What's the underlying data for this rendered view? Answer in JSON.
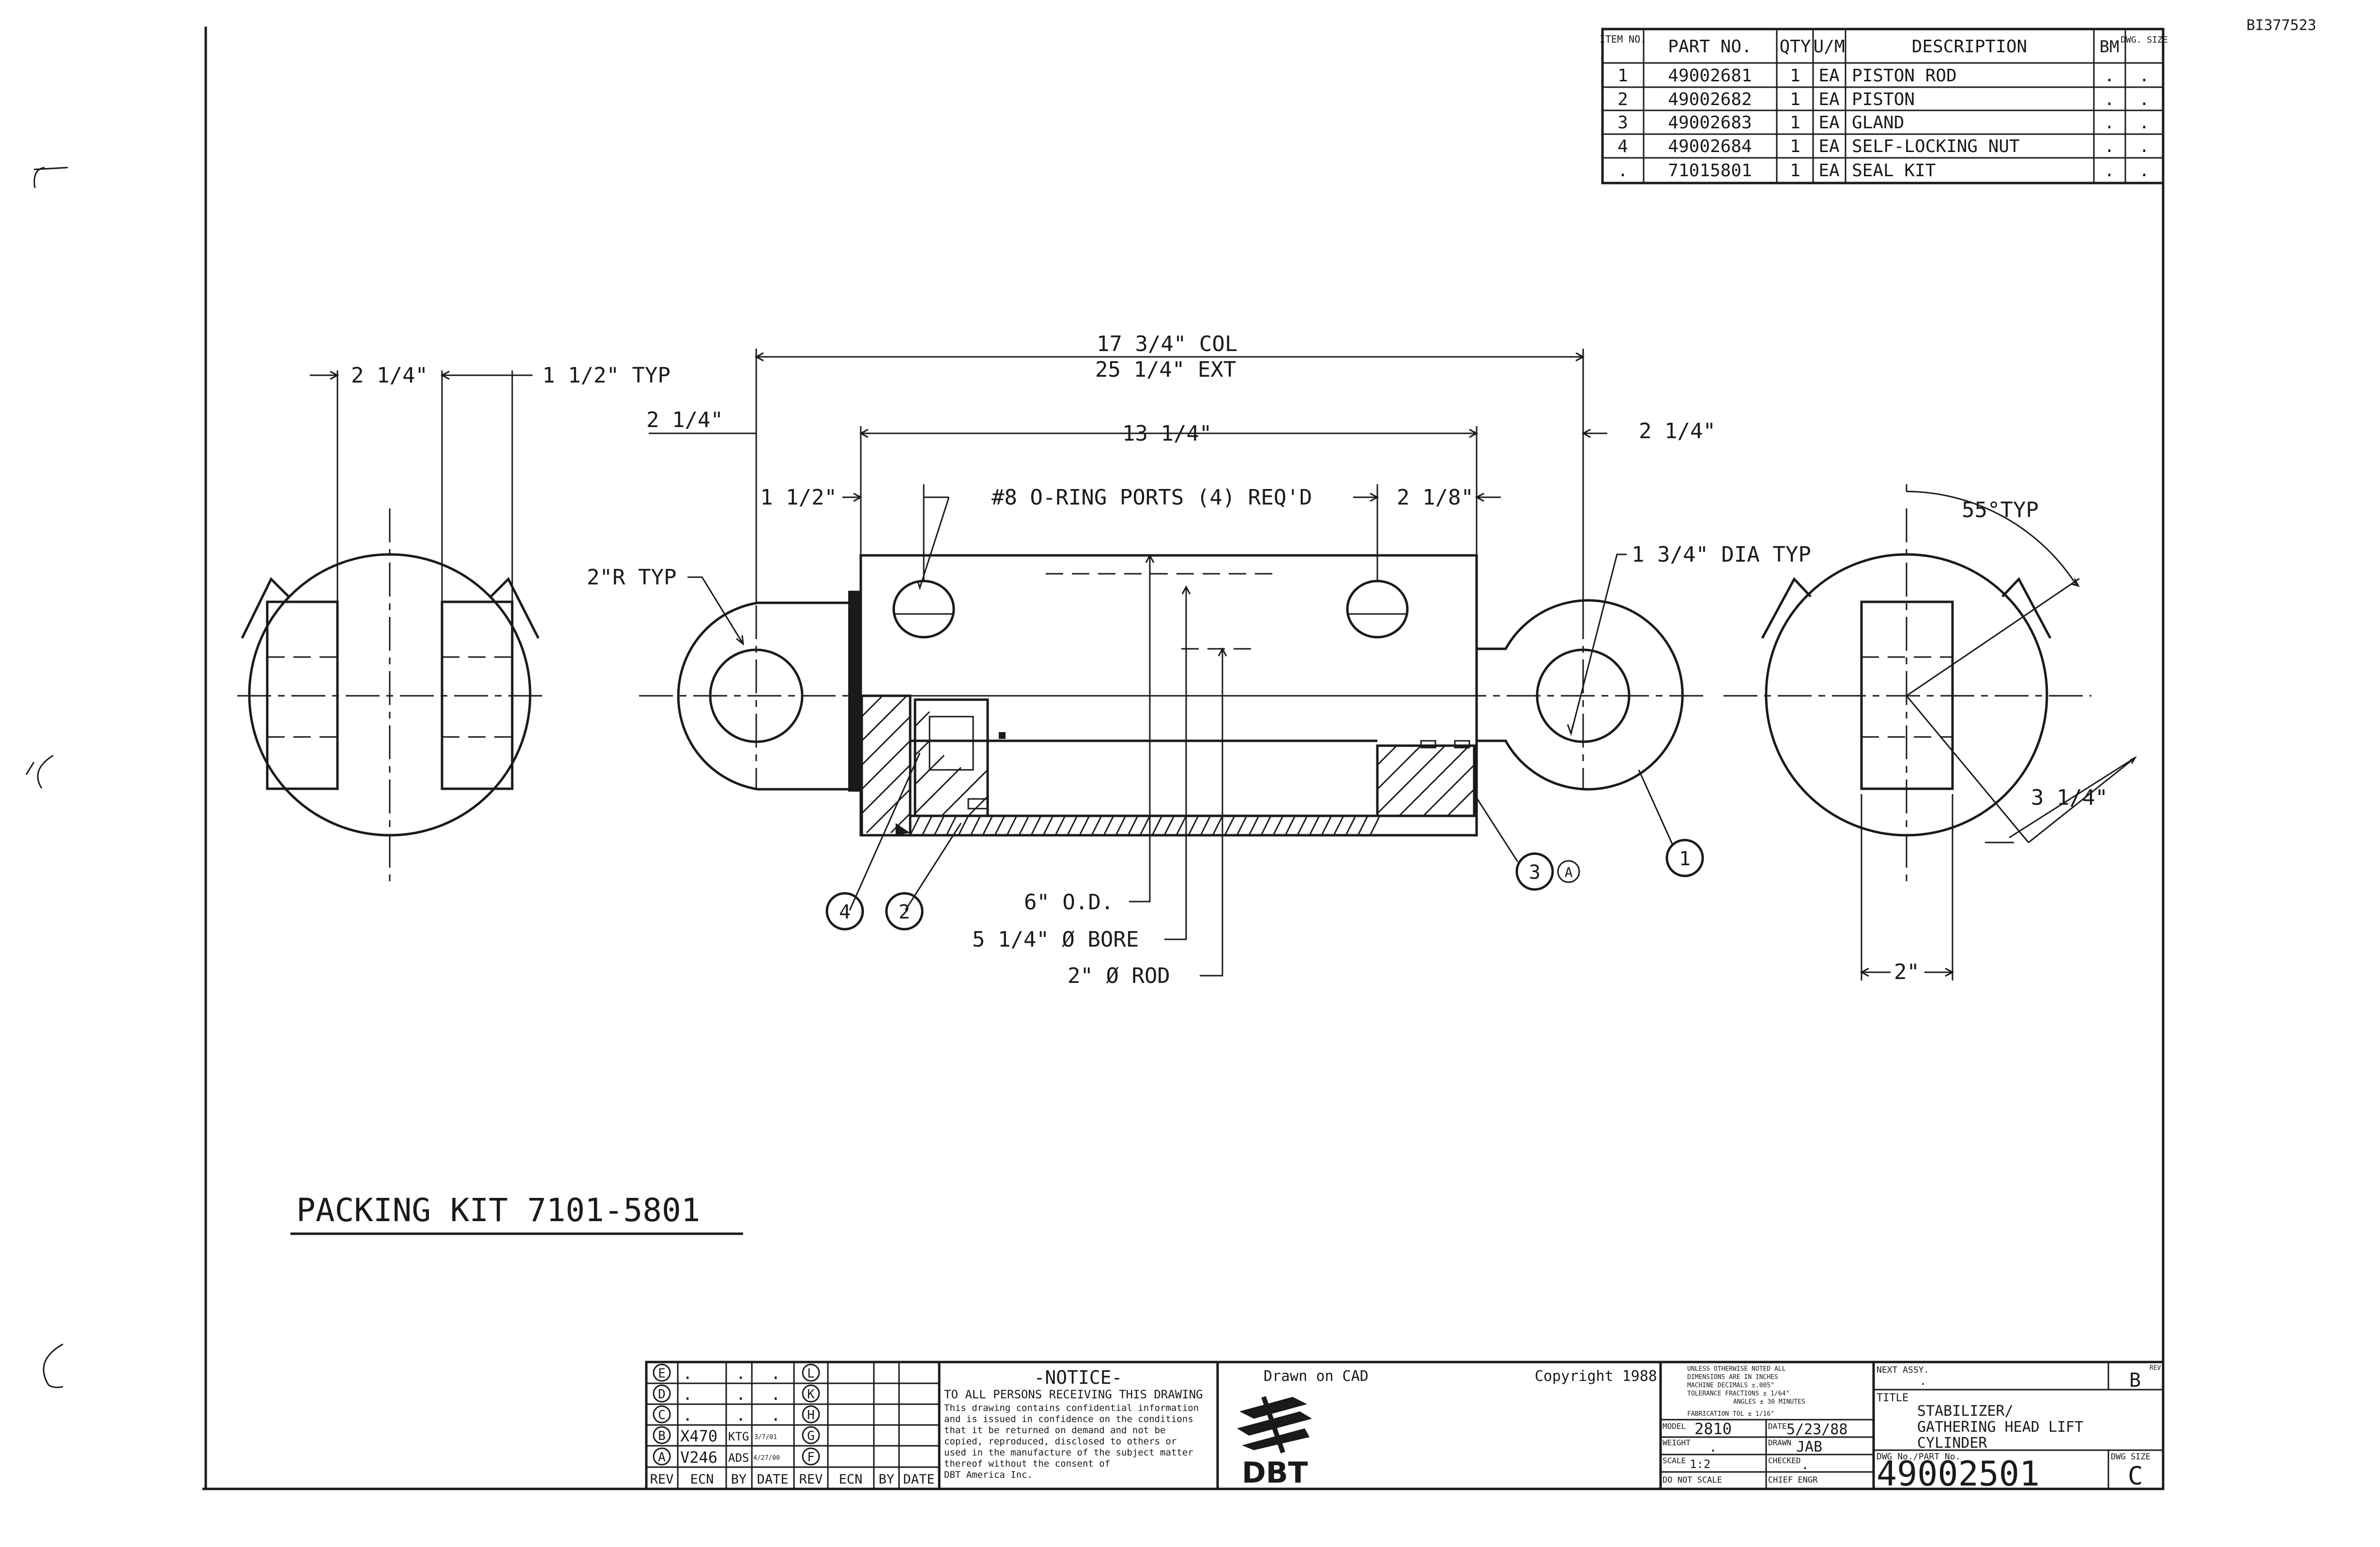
{
  "doc_id": "BI377523",
  "parts_table": {
    "headers": {
      "item": "ITEM NO.",
      "part": "PART NO.",
      "qty": "QTY",
      "um": "U/M",
      "desc": "DESCRIPTION",
      "bm": "BM",
      "size": "DWG. SIZE"
    },
    "rows": [
      {
        "item": "1",
        "part": "49002681",
        "qty": "1",
        "um": "EA",
        "desc": "PISTON ROD",
        "bm": ".",
        "size": "."
      },
      {
        "item": "2",
        "part": "49002682",
        "qty": "1",
        "um": "EA",
        "desc": "PISTON",
        "bm": ".",
        "size": "."
      },
      {
        "item": "3",
        "part": "49002683",
        "qty": "1",
        "um": "EA",
        "desc": "GLAND",
        "bm": ".",
        "size": "."
      },
      {
        "item": "4",
        "part": "49002684",
        "qty": "1",
        "um": "EA",
        "desc": "SELF-LOCKING NUT",
        "bm": ".",
        "size": "."
      },
      {
        "item": ".",
        "part": "71015801",
        "qty": "1",
        "um": "EA",
        "desc": "SEAL KIT",
        "bm": ".",
        "size": "."
      }
    ]
  },
  "dimensions": {
    "left_225": "2 1/4\"",
    "left_typ": "1 1/2\" TYP",
    "left_eye": "2 1/4\"",
    "col": "17 3/4\" COL",
    "ext": "25 1/4\" EXT",
    "body": "13 1/4\"",
    "right_225": "2 1/4\"",
    "port_left": "1 1/2\"",
    "ports": "#8 O-RING PORTS (4) REQ'D",
    "port_right": "2 1/8\"",
    "radius": "2\"R TYP",
    "dia": "1 3/4\" DIA TYP",
    "angle": "55°TYP",
    "right_len": "3 1/4\"",
    "right_width": "2\"",
    "od": "6\" O.D.",
    "bore": "5 1/4\" Ø BORE",
    "rod": "2\" Ø ROD"
  },
  "balloons": {
    "b1": "1",
    "b2": "2",
    "b3": "3",
    "b4": "4",
    "rev_a": "A"
  },
  "packing_kit": "PACKING KIT 7101-5801",
  "rev_block": {
    "rows": [
      {
        "l": "E",
        "ecn": ".",
        "by": ".",
        "date": ".",
        "r": "L"
      },
      {
        "l": "D",
        "ecn": ".",
        "by": ".",
        "date": ".",
        "r": "K"
      },
      {
        "l": "C",
        "ecn": ".",
        "by": ".",
        "date": ".",
        "r": "H"
      },
      {
        "l": "B",
        "ecn": "X470",
        "by": "KTG",
        "date": "3/7/01",
        "r": "G"
      },
      {
        "l": "A",
        "ecn": "V246",
        "by": "ADS",
        "date": "4/27/00",
        "r": "F"
      }
    ],
    "footer": {
      "rev": "REV",
      "ecn": "ECN",
      "by": "BY",
      "date": "DATE"
    }
  },
  "notice": {
    "title": "-NOTICE-",
    "line1": "TO ALL PERSONS RECEIVING THIS DRAWING",
    "body": [
      "This drawing contains confidential information",
      "and is issued in confidence on the conditions",
      "that it be returned on demand and not be",
      "copied, reproduced, disclosed to others or",
      "used in the manufacture of the subject matter",
      "thereof without the consent of",
      "DBT America Inc."
    ]
  },
  "logo_box": {
    "drawn": "Drawn on CAD",
    "copyright": "Copyright 1988",
    "logo": "DBT"
  },
  "tolerance": {
    "lines": [
      "UNLESS OTHERWISE NOTED ALL",
      "DIMENSIONS ARE IN INCHES",
      "MACHINE   DECIMALS ±.005\"",
      "TOLERANCE FRACTIONS ± 1/64\"",
      "ANGLES ± 30 MINUTES",
      "FABRICATION TOL ± 1/16\""
    ],
    "model_label": "MODEL",
    "model": "2810",
    "date_label": "DATE",
    "date": "5/23/88",
    "weight_label": "WEIGHT",
    "weight": ".",
    "drawn_label": "DRAWN",
    "drawn": "JAB",
    "scale_label": "SCALE",
    "scale": "1:2",
    "checked_label": "CHECKED",
    "checked": ".",
    "noscale": "DO NOT SCALE",
    "chief_label": "CHIEF ENGR"
  },
  "title_block": {
    "next_label": "NEXT ASSY.",
    "next": ".",
    "rev_label": "REV",
    "rev": "B",
    "title_label": "TITLE",
    "title_lines": [
      "STABILIZER/",
      "GATHERING HEAD LIFT",
      "CYLINDER"
    ],
    "dwg_label": "DWG No./PART No.",
    "dwg_no": "49002501",
    "size_label": "DWG SIZE",
    "size": "C"
  }
}
